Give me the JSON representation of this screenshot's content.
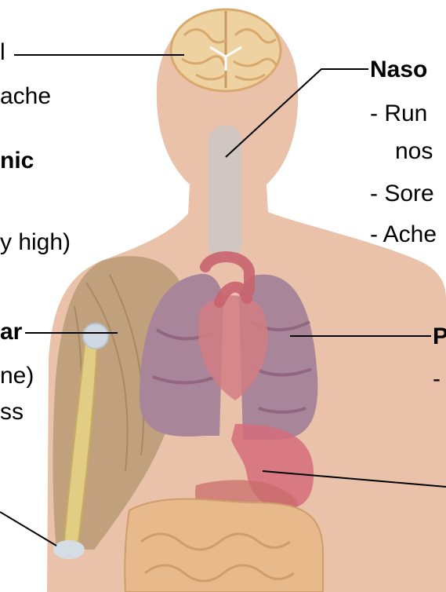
{
  "colors": {
    "skin": "#e9c2a9",
    "brain": "#efd2a1",
    "brain_fold": "#d9a86c",
    "lung": "#a88599",
    "lung_lobe": "#8c5e78",
    "heart": "#d27d84",
    "muscle": "#b89a76",
    "bone": "#e2cd84",
    "stomach": "#d66c7b",
    "intestine": "#e8b98a",
    "trachea": "#cfc6c4",
    "leader_line": "#000000"
  },
  "labels": {
    "brain_head_partial": "l",
    "brain_sub_partial": "ache",
    "systemic_partial": "nic",
    "fever_partial": "y high)",
    "muscular_partial": "ar",
    "muscular_sub1_partial": "ne)",
    "muscular_sub2_partial": "ss",
    "naso_title_partial": "Naso",
    "naso_item1_partial": "- Run",
    "naso_item1_cont_partial": "nos",
    "naso_item2_partial": "- Sore",
    "naso_item3_partial": "- Ache",
    "pulmonary_partial": "P",
    "pulmonary_item_partial": "-"
  }
}
